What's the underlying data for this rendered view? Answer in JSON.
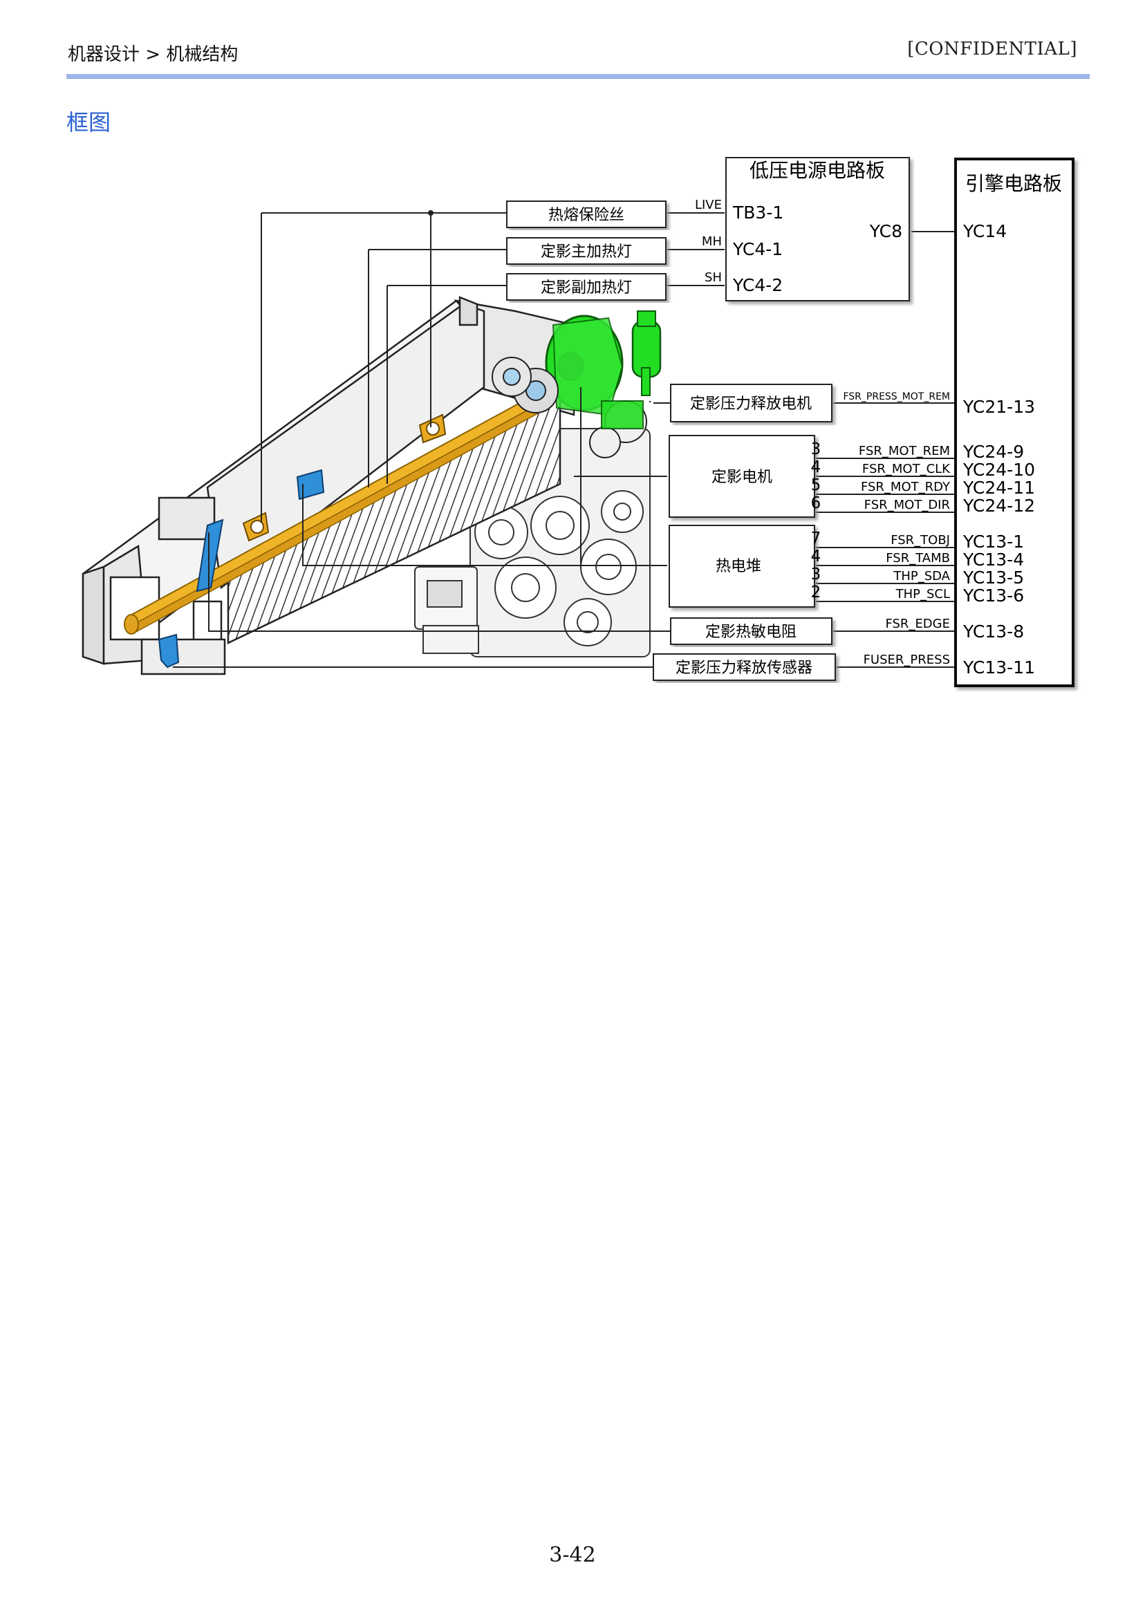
{
  "header": {
    "breadcrumb": "机器设计 > 机械结构",
    "confidential": "[CONFIDENTIAL]"
  },
  "section_title": "框图",
  "page_number": "3-42",
  "diagram": {
    "lv_board": {
      "title": "低压电源电路板",
      "tb3": "TB3-1",
      "yc4_1": "YC4-1",
      "yc4_2": "YC4-2",
      "yc8": "YC8"
    },
    "engine_board": {
      "title": "引擎电路板",
      "yc14": "YC14",
      "yc21_13": "YC21-13",
      "yc24": [
        "YC24-9",
        "YC24-10",
        "YC24-11",
        "YC24-12"
      ],
      "yc13_group": [
        "YC13-1",
        "YC13-4",
        "YC13-5",
        "YC13-6"
      ],
      "yc13_8": "YC13-8",
      "yc13_11": "YC13-11"
    },
    "components": {
      "thermal_fuse": "热熔保险丝",
      "main_heater": "定影主加热灯",
      "sub_heater": "定影副加热灯",
      "press_motor": "定影压力释放电机",
      "fuser_motor": "定影电机",
      "thermopile": "热电堆",
      "edge_thermistor": "定影热敏电阻",
      "press_sensor": "定影压力释放传感器"
    },
    "signals": {
      "live": "LIVE",
      "mh": "MH",
      "sh": "SH",
      "press_mot_rem": "FSR_PRESS_MOT_REM",
      "motor": [
        "FSR_MOT_REM",
        "FSR_MOT_CLK",
        "FSR_MOT_RDY",
        "FSR_MOT_DIR"
      ],
      "thermopile": [
        "FSR_TOBJ",
        "FSR_TAMB",
        "THP_SDA",
        "THP_SCL"
      ],
      "edge": "FSR_EDGE",
      "fuser_press": "FUSER_PRESS"
    },
    "motor_pins": [
      "3",
      "4",
      "5",
      "6"
    ],
    "thermopile_pins": [
      "7",
      "4",
      "3",
      "2"
    ],
    "colors": {
      "heater": "#f0b429",
      "motor_green": "#22dd22",
      "sensor_blue": "#2f8fd8",
      "thermostat": "#e8a820"
    }
  }
}
